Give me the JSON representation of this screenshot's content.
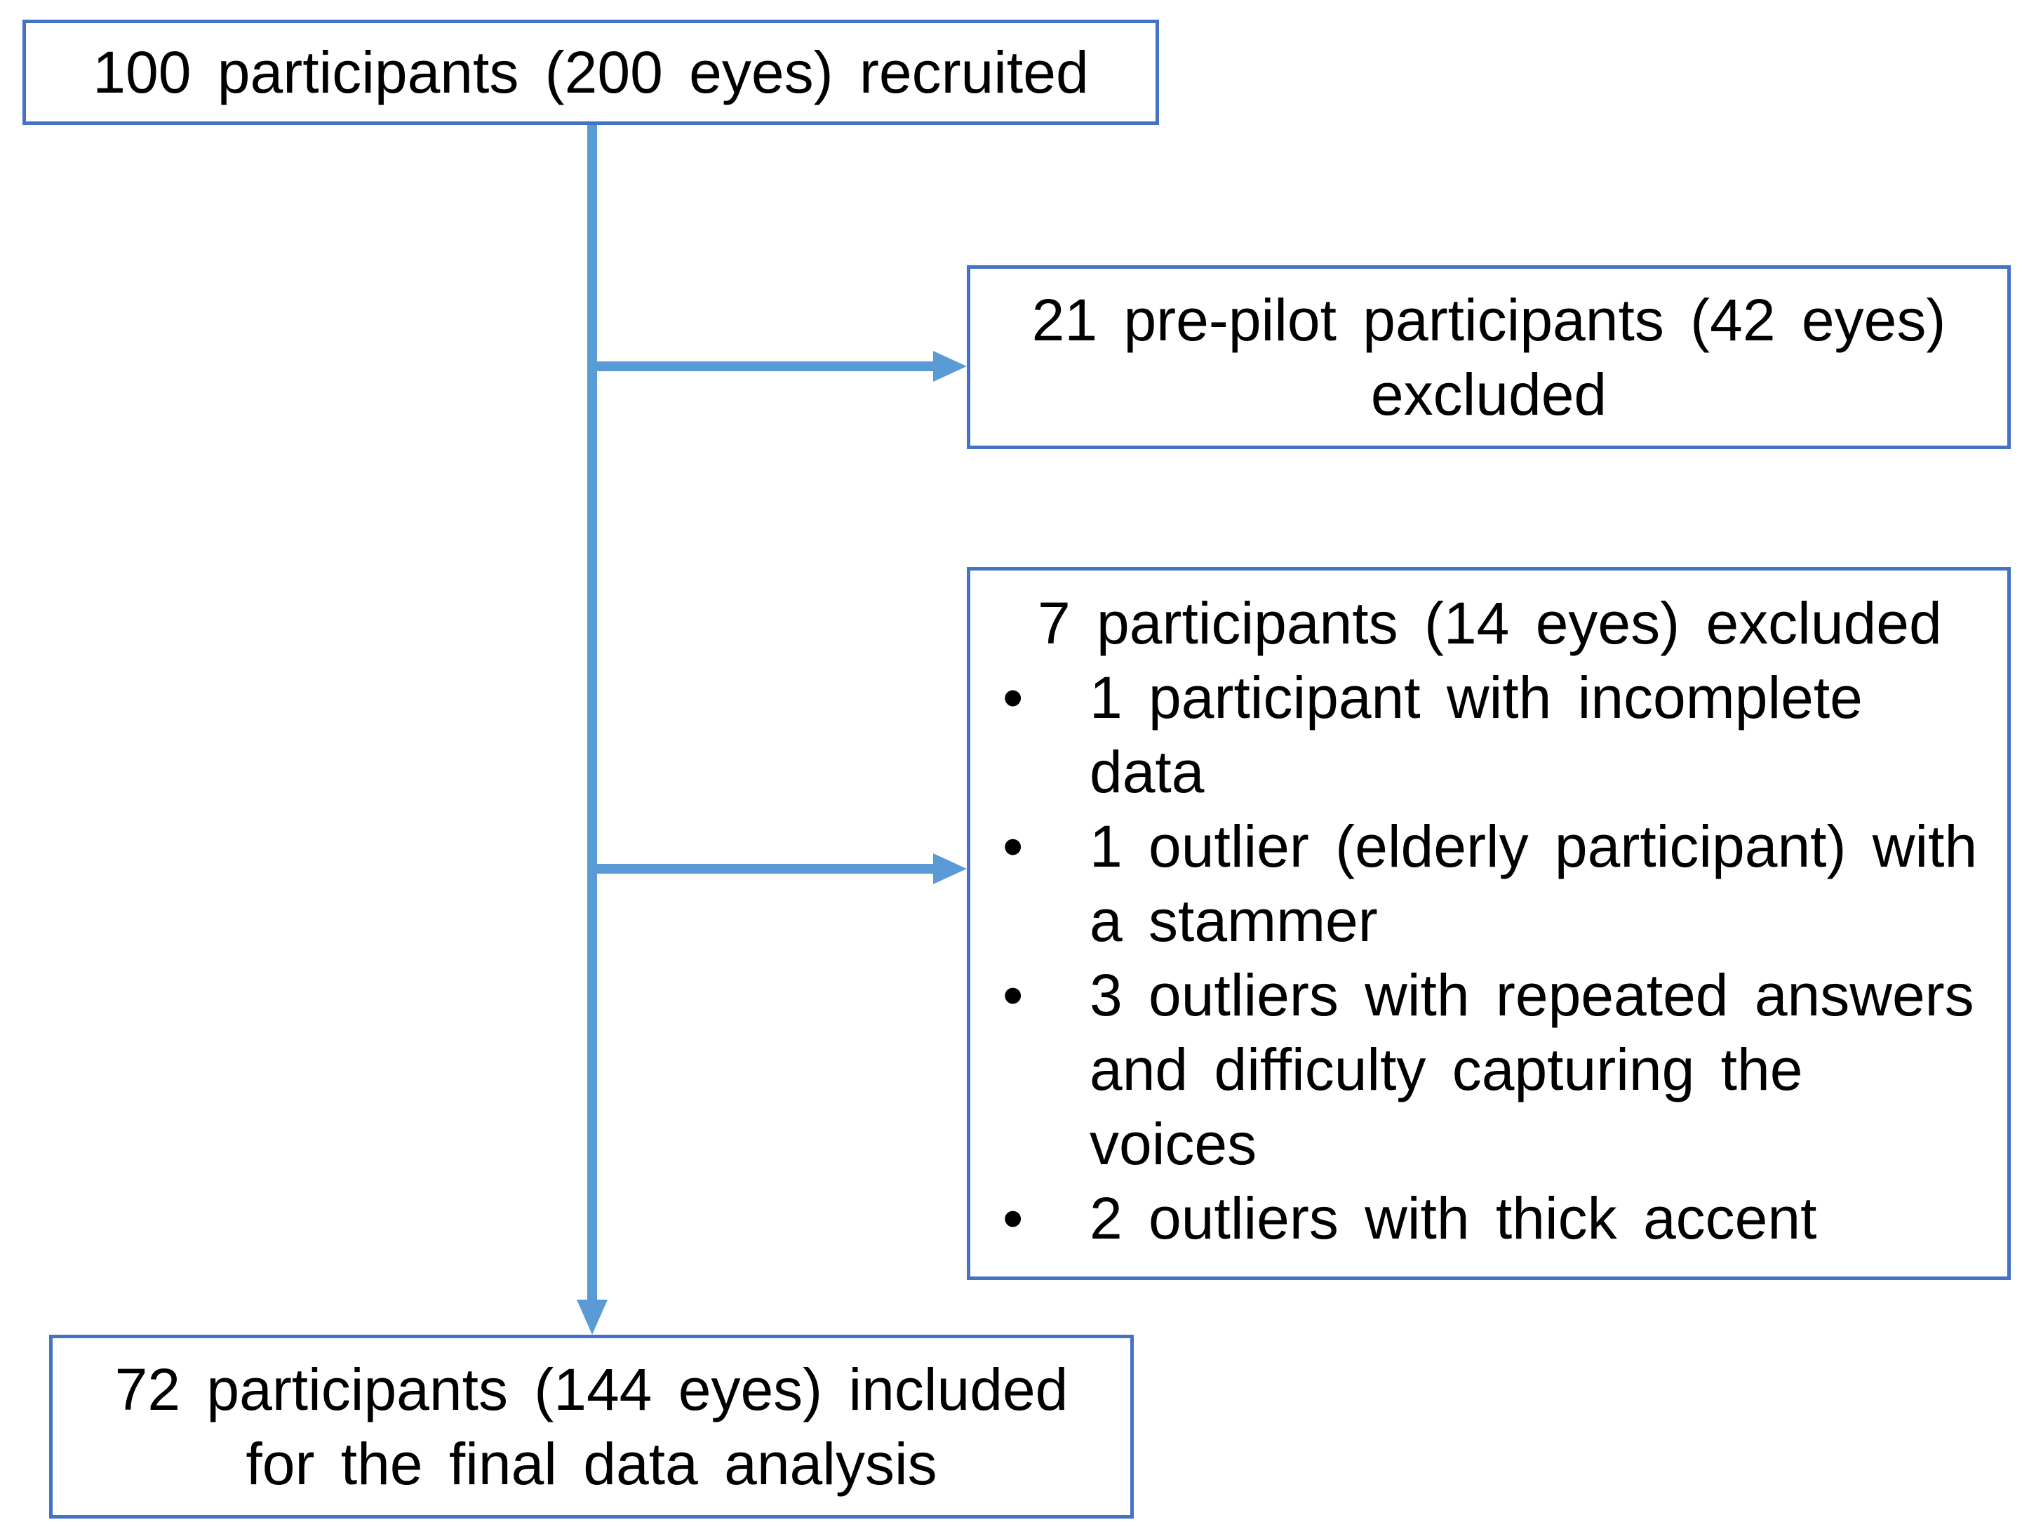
{
  "colors": {
    "border": "#4472c4",
    "arrow": "#5b9bd5",
    "text": "#000000",
    "background": "#ffffff"
  },
  "recruited": {
    "text": "100 participants (200 eyes) recruited"
  },
  "prepilot": {
    "line1": "21 pre-pilot participants (42 eyes)",
    "line2": "excluded"
  },
  "excluded": {
    "heading": "7 participants (14 eyes) excluded",
    "bullet_symbol": "•",
    "items": [
      "1 participant with incomplete data",
      "1 outlier (elderly participant) with a stammer",
      "3 outliers with repeated answers and difficulty capturing the voices",
      "2 outliers with thick accent"
    ]
  },
  "final": {
    "line1": "72 participants (144 eyes) included",
    "line2": "for the final data analysis"
  }
}
